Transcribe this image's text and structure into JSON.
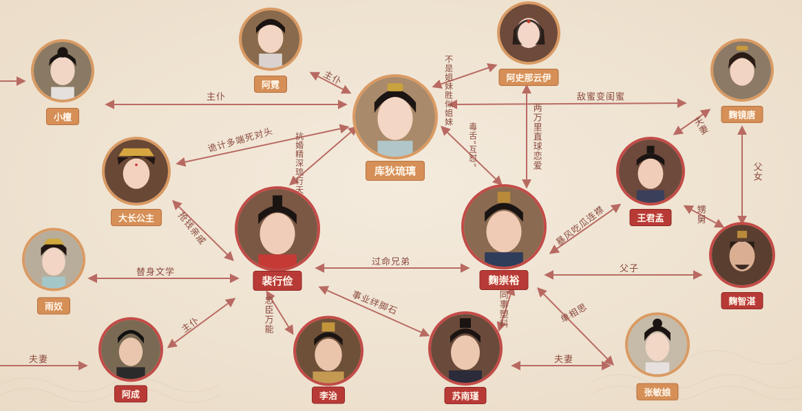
{
  "people": {
    "ajing": "阿霓",
    "ashina": "阿史那云伊",
    "xiaotan": "小檀",
    "kudi": "库狄琉璃",
    "qujingtang": "麴镜唐",
    "changgongzhu": "大长公主",
    "wangjunmeng": "王君孟",
    "peixingjian": "裴行俭",
    "quchongyu": "麴崇裕",
    "yunu": "雨奴",
    "quzhizhan": "麴智湛",
    "acheng": "阿成",
    "lizhi": "李治",
    "sunanjin": "苏南瑾",
    "zhangminniang": "张敏娘"
  },
  "relations": {
    "ajing_kudi": "主仆",
    "ashina_kudi": "不是姐妹胜似姐妹",
    "xiaotan_kudi": "主仆",
    "kudi_qujingtang": "敌蜜变闺蜜",
    "changgongzhu_kudi": "诡计多端死对头",
    "kudi_pei": "抗婚精深琉行天石",
    "kudi_qu": "毒舌“互怼”",
    "ashina_wang": "两万里直球恋爱",
    "qujingtang_wang": "夫妻",
    "qujingtang_quzhizhan": "父女",
    "changgongzhu_pei": "抢钱亲戚",
    "wang_qu": "暴风吃瓜连襟",
    "wang_quzhizhan": "甥舅",
    "yunu_pei": "替身文学",
    "pei_qu": "过命兄弟",
    "qu_quzhizhan": "父子",
    "pei_sunanjin": "事业绊脚石",
    "pei_lizhi": "忠臣万能",
    "qu_sunanjin": "同事塑料",
    "qu_zhangminniang": "单相思",
    "acheng_pei": "主仆",
    "left_acheng": "夫妻",
    "sunanjin_zhangminniang": "夫妻"
  },
  "colors": {
    "background": "#f1e6d6",
    "orange_ring": "#d99a63",
    "red_ring": "#c24b47",
    "arrow": "#b86a62",
    "label_text": "#8a4a3e"
  }
}
